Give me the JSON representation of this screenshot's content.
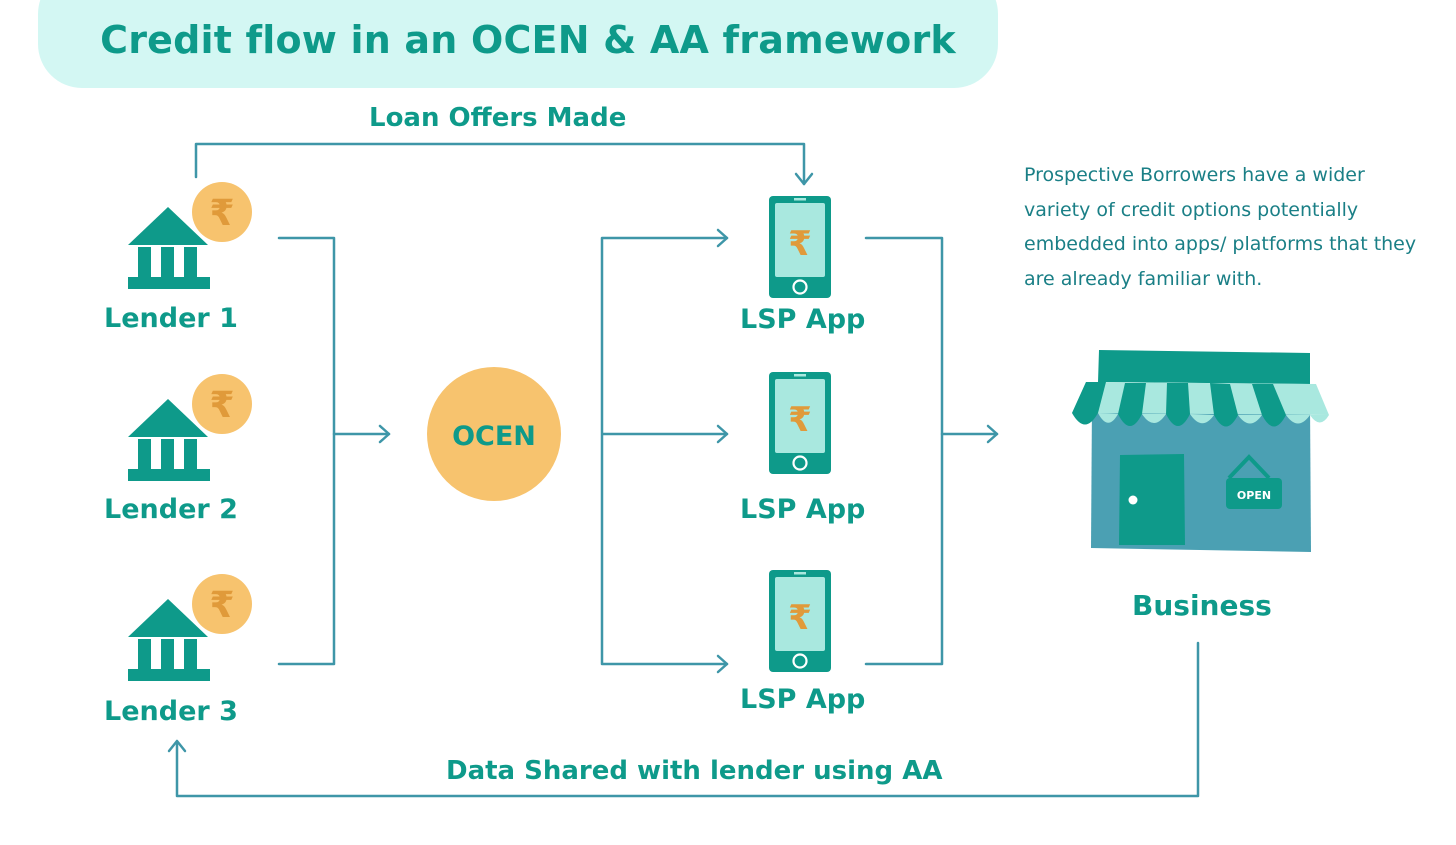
{
  "title": "Credit flow in an OCEN & AA framework",
  "lenders": [
    {
      "label": "Lender 1"
    },
    {
      "label": "Lender 2"
    },
    {
      "label": "Lender 3"
    }
  ],
  "coin_symbol": "₹",
  "hub": {
    "label": "OCEN"
  },
  "lsp_apps": [
    {
      "label": "LSP App"
    },
    {
      "label": "LSP App"
    },
    {
      "label": "LSP App"
    }
  ],
  "business": {
    "label": "Business",
    "sign": "OPEN"
  },
  "flows": {
    "loan_offers": "Loan Offers Made",
    "data_shared": "Data Shared with lender using AA"
  },
  "note": "Prospective Borrowers have a wider variety of credit options potentially embedded into apps/ platforms that they are already familiar with.",
  "colors": {
    "teal": "#0e9a8a",
    "banner": "#d3f7f3",
    "coin": "#f7c36e",
    "coin_symbol": "#e09a3a",
    "connector": "#3e96a8",
    "phone_screen": "#a9e8df",
    "shop_body": "#4ba0b3",
    "awning_light": "#a9e8df"
  },
  "icons": [
    "bank-icon",
    "rupee-coin-icon",
    "smartphone-icon",
    "storefront-icon",
    "arrow-icon"
  ]
}
